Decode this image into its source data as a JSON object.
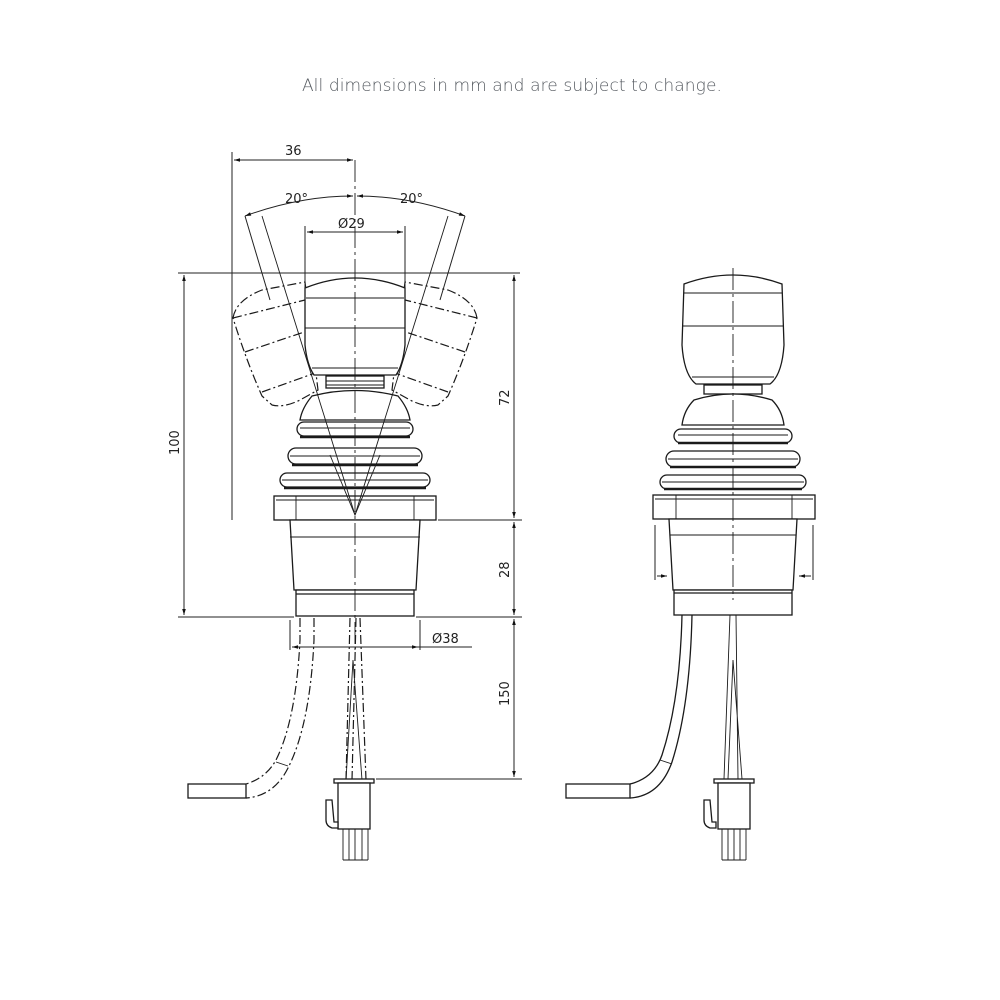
{
  "note": "All dimensions in mm and are subject to change.",
  "drawing": {
    "units": "mm",
    "views": [
      {
        "id": "dimensioned-view",
        "label": "Joystick with dimensions (left view)"
      },
      {
        "id": "plain-view",
        "label": "Joystick outline (right view)"
      }
    ],
    "dimensions": {
      "handle_offset": "36",
      "tilt_left": "20°",
      "tilt_right": "20°",
      "grip_diameter": "Ø29",
      "grip_diameter_symbol": "Ø",
      "grip_diameter_value": "29",
      "overall_height": "100",
      "above_panel": "72",
      "below_panel": "28",
      "cable_length": "150",
      "body_diameter": "Ø38",
      "body_diameter_symbol": "Ø",
      "body_diameter_value": "38"
    }
  }
}
